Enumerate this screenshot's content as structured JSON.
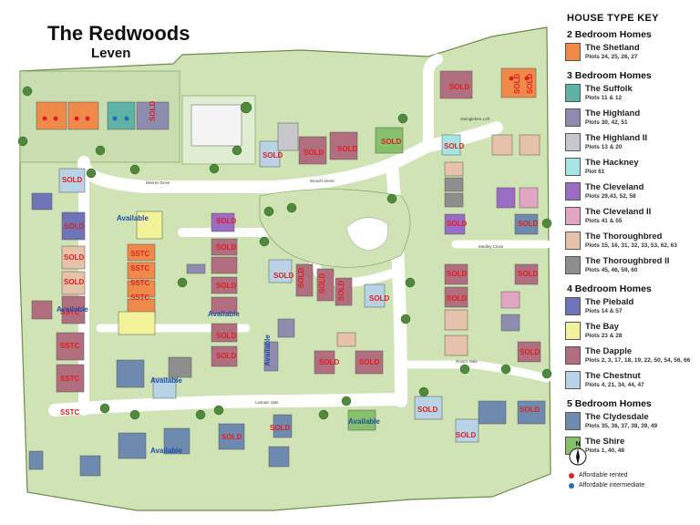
{
  "header": {
    "title": "The Redwoods",
    "subtitle": "Leven"
  },
  "key": {
    "title": "HOUSE TYPE KEY",
    "sections": [
      {
        "heading": "2 Bedroom Homes",
        "items": [
          {
            "name": "The Shetland",
            "plots": "Plots 24, 25, 26, 27",
            "color": "#f08a4b"
          }
        ]
      },
      {
        "heading": "3 Bedroom Homes",
        "items": [
          {
            "name": "The Suffolk",
            "plots": "Plots 11 & 12",
            "color": "#5fb3a6"
          },
          {
            "name": "The Highland",
            "plots": "Plots 30, 42, 51",
            "color": "#8e8cae"
          },
          {
            "name": "The Highland II",
            "plots": "Plots 13 & 20",
            "color": "#c8c8cc"
          },
          {
            "name": "The Hackney",
            "plots": "Plot 61",
            "color": "#a8e6e6"
          },
          {
            "name": "The Cleveland",
            "plots": "Plots 29,43, 52, 58",
            "color": "#9a6cc4"
          },
          {
            "name": "The Cleveland II",
            "plots": "Plots 41 & 55",
            "color": "#e2a6c4"
          },
          {
            "name": "The Thoroughbred",
            "plots": "Plots 15, 16, 31, 32, 33, 53, 62, 63",
            "color": "#e6c2aa"
          },
          {
            "name": "The Thoroughbred II",
            "plots": "Plots 45, 46, 59, 60",
            "color": "#8e8e8e"
          }
        ]
      },
      {
        "heading": "4 Bedroom Homes",
        "items": [
          {
            "name": "The Piebald",
            "plots": "Plots 14 & 57",
            "color": "#6e74b8"
          },
          {
            "name": "The Bay",
            "plots": "Plots 23 & 28",
            "color": "#f2f29a"
          },
          {
            "name": "The Dapple",
            "plots": "Plots 2, 3, 17, 18, 19, 22, 50, 54, 56, 66",
            "color": "#b06e7e"
          },
          {
            "name": "The Chestnut",
            "plots": "Plots 4, 21, 34, 44, 47",
            "color": "#b8d2e6"
          }
        ]
      },
      {
        "heading": "5 Bedroom Homes",
        "items": [
          {
            "name": "The Clydesdale",
            "plots": "Plots 35, 36, 37, 38, 39, 49",
            "color": "#6e8aae"
          },
          {
            "name": "The Shire",
            "plots": "Plots 1, 40, 48",
            "color": "#86c06a"
          }
        ]
      }
    ]
  },
  "compass": {
    "label": "N"
  },
  "legend": {
    "rented": {
      "label": "Affordable rented",
      "color": "#e02020"
    },
    "intermediate": {
      "label": "Affordable intermediate",
      "color": "#1f6fb8"
    }
  },
  "status": {
    "sold": "SOLD",
    "sstc": "SSTC",
    "available": "Available"
  },
  "streets": [
    "Warren Drive",
    "Wood's Dene",
    "Swinglebee Loft",
    "Medley Close",
    "Roxy's Dale",
    "Lintown Vale"
  ]
}
